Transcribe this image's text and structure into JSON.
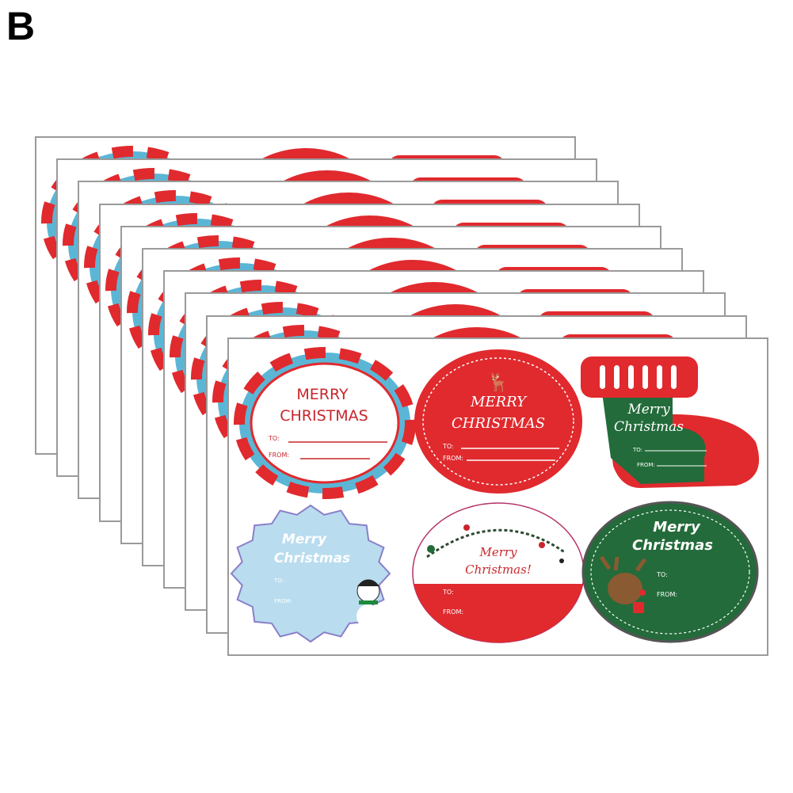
{
  "label": "B",
  "sheet_count": 10,
  "stickers": [
    {
      "line1": "MERRY",
      "line2": "CHRISTMAS",
      "to": "TO:",
      "from": "FROM:"
    },
    {
      "line1": "MERRY",
      "line2": "CHRISTMAS",
      "to": "TO:",
      "from": "FROM:"
    },
    {
      "line1": "Merry",
      "line2": "Christmas",
      "to": "TO:",
      "from": "FROM:"
    },
    {
      "line1": "Merry",
      "line2": "Christmas",
      "to": "TO:",
      "from": "FROM:"
    },
    {
      "line1": "Merry",
      "line2": "Christmas!",
      "to": "TO:",
      "from": "FROM:"
    },
    {
      "line1": "Merry",
      "line2": "Christmas",
      "to": "TO:",
      "from": "FROM:"
    }
  ],
  "colors": {
    "red": "#e02a2e",
    "green": "#236b3a",
    "blue": "#5bb6d6",
    "lightblue": "#b9dcef"
  }
}
